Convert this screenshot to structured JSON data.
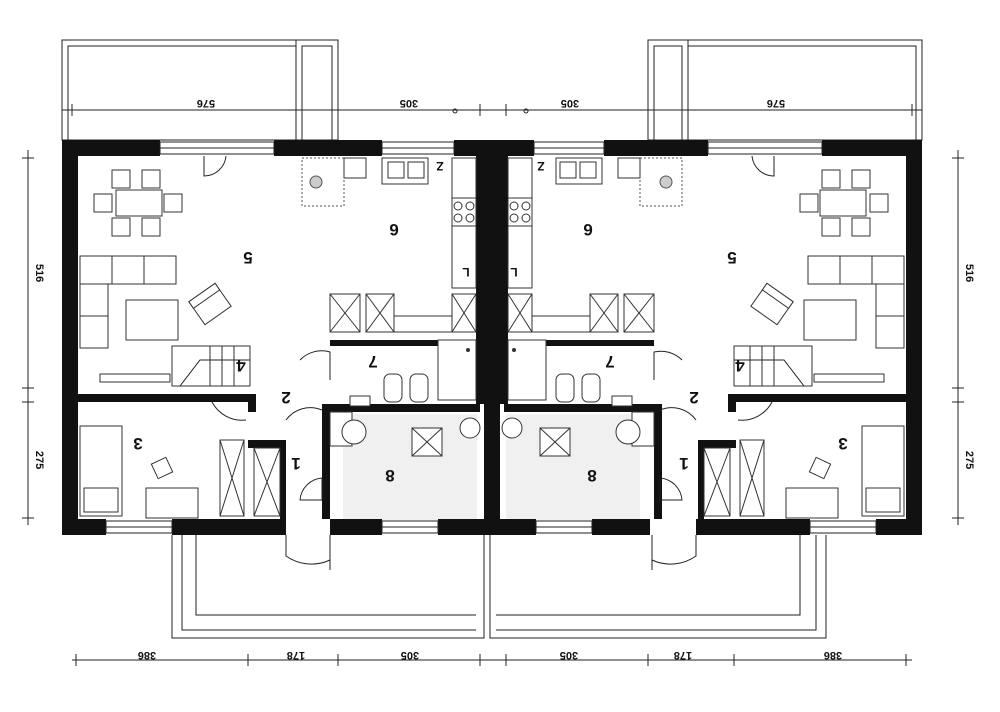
{
  "top_dimensions": {
    "left_a": "576",
    "left_b": "305",
    "right_b": "305",
    "right_a": "576"
  },
  "bottom_dimensions": {
    "left_1": "386",
    "left_2": "178",
    "left_3": "305",
    "right_3": "305",
    "right_2": "178",
    "right_1": "386"
  },
  "side_dimensions": {
    "left_upper": "516",
    "left_lower": "275",
    "right_upper": "516",
    "right_lower": "275"
  },
  "left_unit": {
    "room_1": "1",
    "room_2": "2",
    "room_3": "3",
    "room_4": "4",
    "room_5": "5",
    "room_6": "6",
    "room_7": "7",
    "room_8": "8",
    "appliance_z": "Z",
    "appliance_l": "L"
  },
  "right_unit": {
    "room_1": "1",
    "room_2": "2",
    "room_3": "3",
    "room_4": "4",
    "room_5": "5",
    "room_6": "6",
    "room_7": "7",
    "room_8": "8",
    "appliance_z": "Z",
    "appliance_l": "L"
  }
}
